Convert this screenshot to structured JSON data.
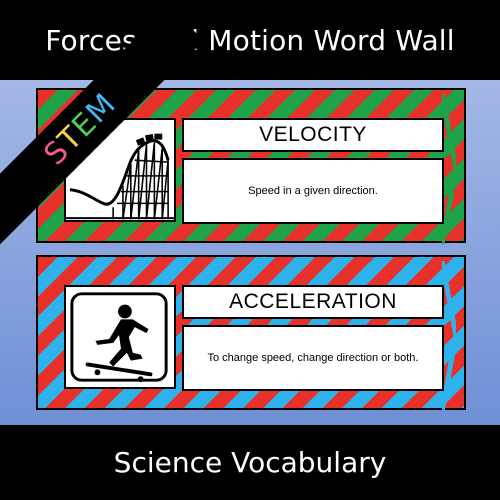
{
  "header": {
    "title": "Forces and Motion Word Wall"
  },
  "footer": {
    "subtitle": "Science Vocabulary"
  },
  "badge": {
    "letters": [
      {
        "char": "S",
        "color": "#f05a8c"
      },
      {
        "char": "T",
        "color": "#f7d448"
      },
      {
        "char": "E",
        "color": "#4ad25a"
      },
      {
        "char": "M",
        "color": "#3fb7f2"
      }
    ]
  },
  "cards": [
    {
      "word": "VELOCITY",
      "definition": "Speed in a given direction.",
      "icon": "roller-coaster-icon",
      "stripe_colors": [
        "#e8312a",
        "#1fa34a"
      ]
    },
    {
      "word": "ACCELERATION",
      "definition": "To change speed, change direction or both.",
      "icon": "skateboarder-icon",
      "stripe_colors": [
        "#e8312a",
        "#2db2ec"
      ]
    }
  ]
}
